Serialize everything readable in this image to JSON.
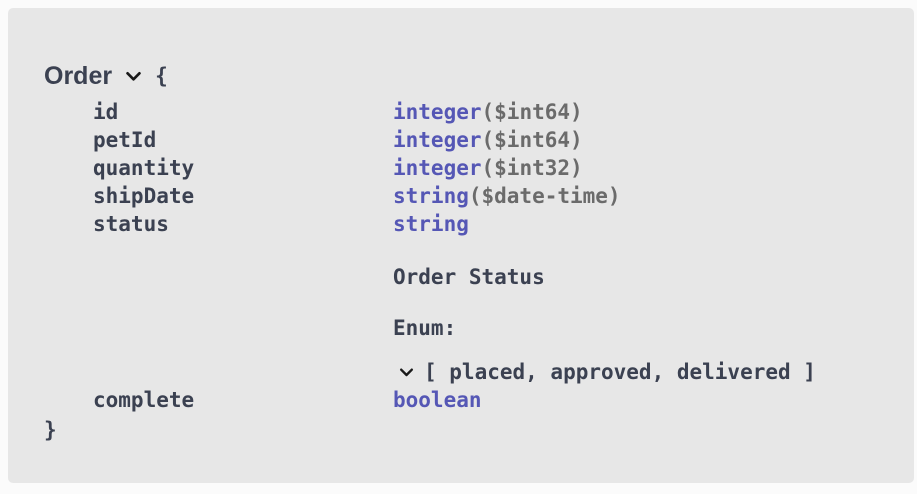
{
  "model": {
    "title": "Order",
    "open_brace": "{",
    "close_brace": "}",
    "properties": [
      {
        "name": "id",
        "type": "integer",
        "format": "($int64)"
      },
      {
        "name": "petId",
        "type": "integer",
        "format": "($int64)"
      },
      {
        "name": "quantity",
        "type": "integer",
        "format": "($int32)"
      },
      {
        "name": "shipDate",
        "type": "string",
        "format": "($date-time)"
      },
      {
        "name": "status",
        "type": "string",
        "format": "",
        "description": "Order Status",
        "enum_label": "Enum:",
        "enum_values": "[ placed, approved, delivered ]"
      },
      {
        "name": "complete",
        "type": "boolean",
        "format": ""
      }
    ],
    "icons": {
      "title_toggle": "chevron-down",
      "enum_toggle": "chevron-down"
    },
    "colors": {
      "card_background": "#e7e7e7",
      "page_background": "#fbfbfb",
      "text_dark": "#3b4151",
      "type_accent": "#5557b5",
      "format_gray": "#6b6b6b",
      "chevron": "#1a1a1a"
    }
  }
}
